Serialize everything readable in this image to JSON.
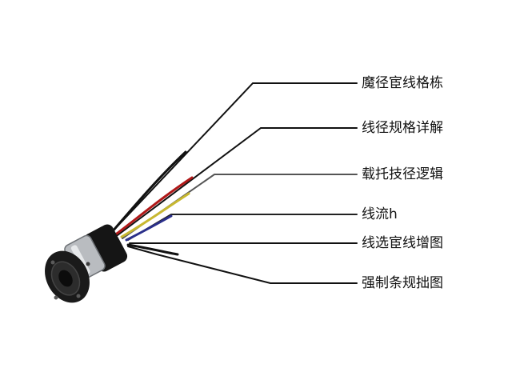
{
  "labels": [
    {
      "id": "label-1",
      "text": "魔径宦线格栋",
      "line_color": "#111111"
    },
    {
      "id": "label-2",
      "text": "线径规格详解",
      "line_color": "#b01818"
    },
    {
      "id": "label-3",
      "text": "载托技径逻辑",
      "line_color": "#c8b830"
    },
    {
      "id": "label-4",
      "text": "线流h",
      "line_color": "#2a2f8a"
    },
    {
      "id": "label-5",
      "text": "线选宦线增图",
      "line_color": "#111111"
    },
    {
      "id": "label-6",
      "text": "强制条规拙图",
      "line_color": "#111111"
    }
  ]
}
